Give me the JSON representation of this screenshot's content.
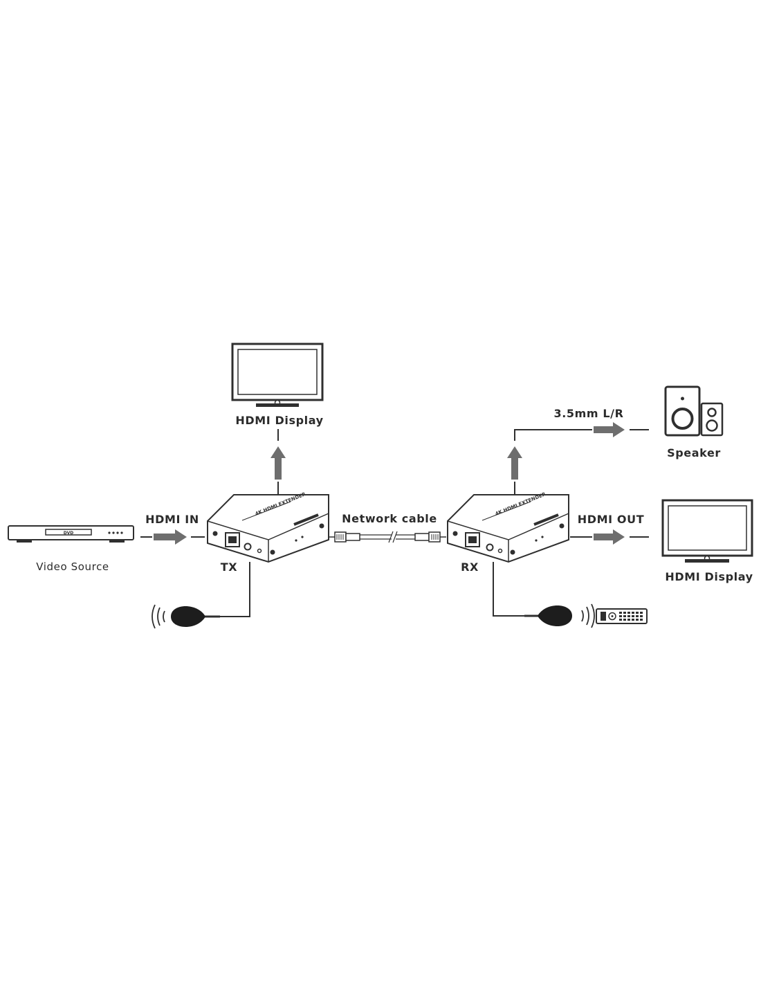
{
  "devices": {
    "video_source": {
      "label": "Video Source",
      "dvd_text": "DVD"
    },
    "tx": {
      "label": "TX",
      "top_text": "4K HDMI EXTENDER"
    },
    "rx": {
      "label": "RX",
      "top_text": "4K HDMI EXTENDER"
    },
    "hdmi_display_tx": {
      "label": "HDMI Display"
    },
    "hdmi_display_rx": {
      "label": "HDMI Display"
    },
    "speaker": {
      "label": "Speaker"
    }
  },
  "connections": {
    "hdmi_in": "HDMI IN",
    "hdmi_out": "HDMI OUT",
    "network_cable": "Network cable",
    "audio_out": "3.5mm L/R"
  },
  "colors": {
    "line": "#2f2f2f",
    "arrow": "#6e6e6e",
    "device_fill": "#ffffff",
    "ir_sensor": "#1d1d1d"
  },
  "icons": [
    "dvd-player-icon",
    "monitor-icon",
    "extender-box-icon",
    "speaker-icon",
    "ir-sensor-icon",
    "remote-control-icon",
    "rj45-connector-icon"
  ]
}
